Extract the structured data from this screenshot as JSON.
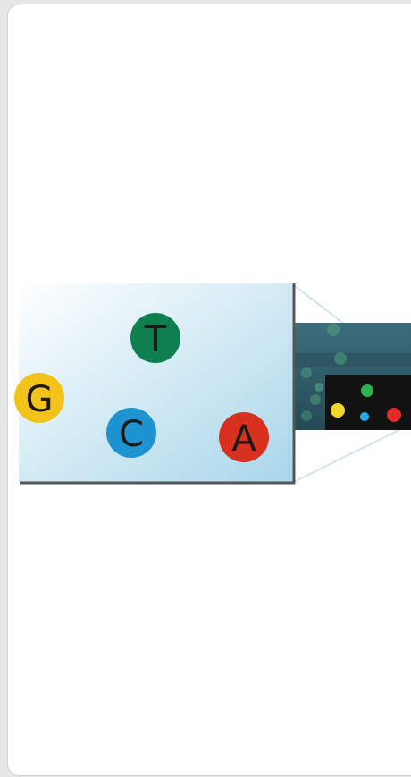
{
  "diagram": {
    "nucleotides": [
      {
        "id": "T",
        "label": "T",
        "color": "#0e7f4f"
      },
      {
        "id": "G",
        "label": "G",
        "color": "#f3c21b"
      },
      {
        "id": "C",
        "label": "C",
        "color": "#1e93d2"
      },
      {
        "id": "A",
        "label": "A",
        "color": "#d8311f"
      }
    ],
    "colors": {
      "panel_gradient_start": "#ffffff",
      "panel_gradient_end": "#a8d6ea",
      "axis": "#555555",
      "tube": "#2f5b6a",
      "flow_cell": "#121212",
      "signal_yellow": "#f2d52a",
      "signal_green": "#2fb24a",
      "signal_blue": "#2aa7e4",
      "signal_red": "#e52a2a",
      "zoom_lines": "#bfe0ec"
    }
  }
}
